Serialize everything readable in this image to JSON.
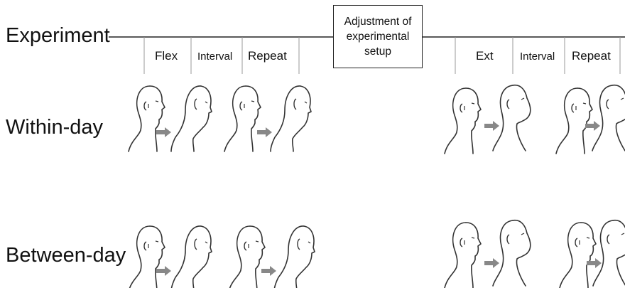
{
  "rows": {
    "experiment": "Experiment",
    "within_day": "Within-day",
    "between_day": "Between-day"
  },
  "phases": {
    "flex": "Flex",
    "interval_1": "Interval",
    "repeat_1": "Repeat",
    "setup": "Adjustment of\nexperimental\nsetup",
    "ext": "Ext",
    "interval_2": "Interval",
    "repeat_2": "Repeat"
  },
  "figure_icons": [
    "head-neutral-icon",
    "head-flexed-icon",
    "head-extended-icon",
    "arrow-right-icon"
  ],
  "colors": {
    "line": "#222222",
    "arrow": "#888888",
    "figure": "#333333"
  }
}
